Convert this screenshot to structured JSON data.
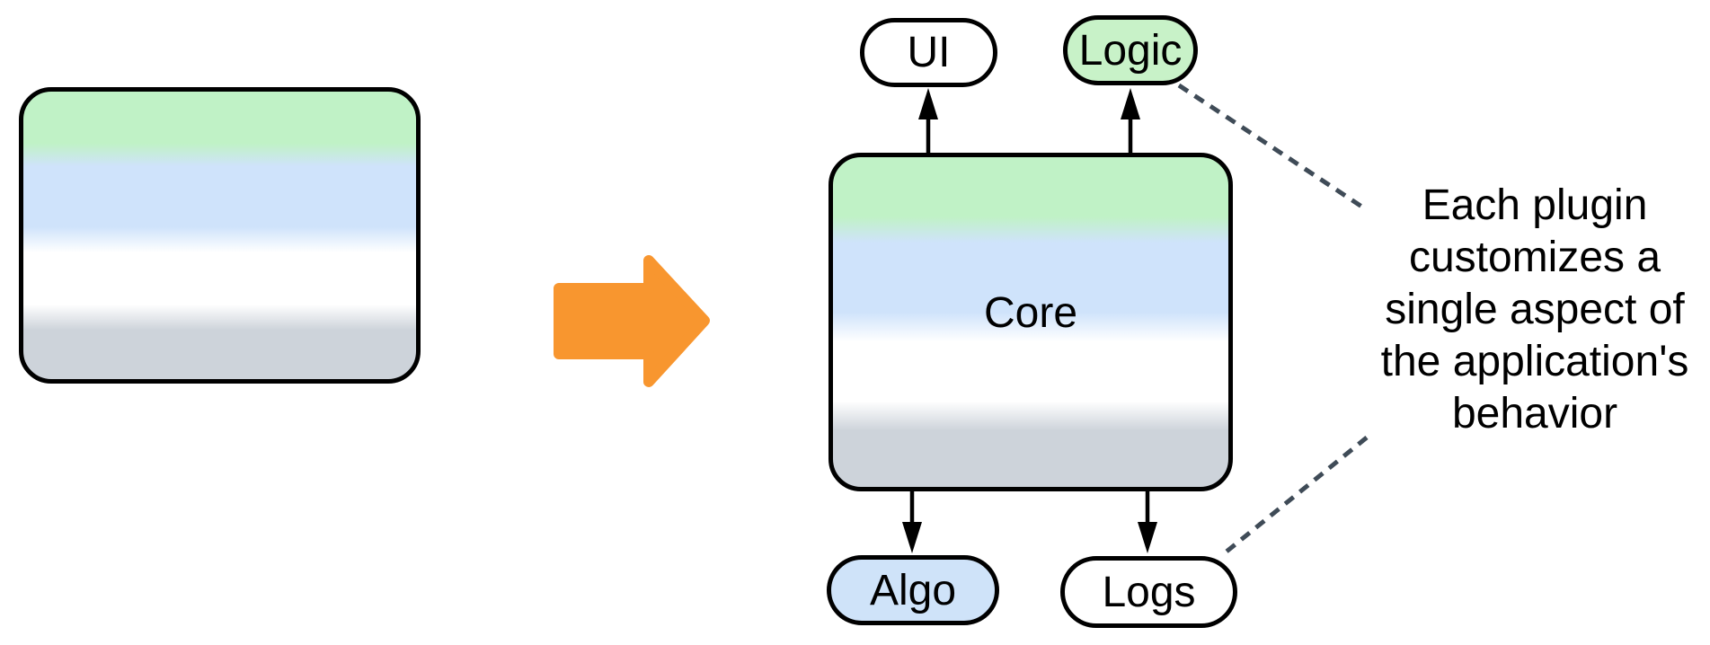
{
  "core_box": {
    "label": "Core"
  },
  "plugins": [
    {
      "label": "UI",
      "fill": "#ffffff"
    },
    {
      "label": "Logic",
      "fill": "#c8f2c8"
    },
    {
      "label": "Algo",
      "fill": "#cfe3f9"
    },
    {
      "label": "Logs",
      "fill": "#ffffff"
    }
  ],
  "annotation": {
    "text": "Each plugin\ncustomizes a\nsingle aspect of\nthe application's\nbehavior"
  },
  "colors": {
    "arrow_orange": "#f8962f",
    "dash_gray": "#3f4b57",
    "band_green": "#c0f2c6",
    "band_blue": "#cfe3fb",
    "band_white": "#ffffff",
    "band_gray": "#cdd3da",
    "outline_black": "#000000"
  }
}
